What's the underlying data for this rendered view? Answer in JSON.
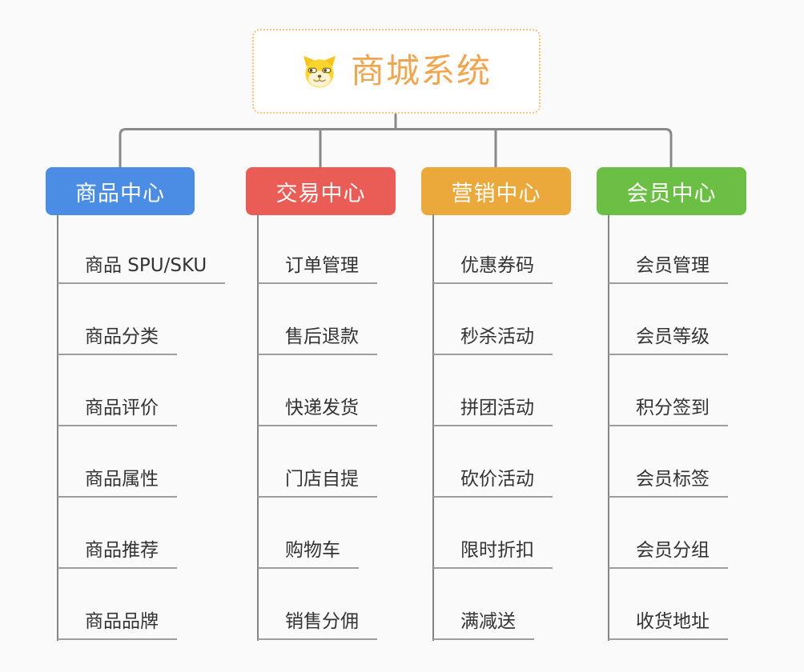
{
  "page": {
    "background": "#fafafa",
    "connector_color": "#898989",
    "branch_line_color": "#848484",
    "leaf_underline_color": "#9d9d9d",
    "leaf_text_color": "#333333"
  },
  "root": {
    "title": "商城系统",
    "icon": "doge-face-icon",
    "text_color": "#f0a650",
    "border_color": "#f6c377",
    "background": "#ffffff"
  },
  "branches": [
    {
      "label": "商品中心",
      "color": "#4b8de4",
      "children": [
        "商品 SPU/SKU",
        "商品分类",
        "商品评价",
        "商品属性",
        "商品推荐",
        "商品品牌"
      ]
    },
    {
      "label": "交易中心",
      "color": "#ea5c56",
      "children": [
        "订单管理",
        "售后退款",
        "快递发货",
        "门店自提",
        "购物车",
        "销售分佣"
      ]
    },
    {
      "label": "营销中心",
      "color": "#eba83b",
      "children": [
        "优惠券码",
        "秒杀活动",
        "拼团活动",
        "砍价活动",
        "限时折扣",
        "满减送"
      ]
    },
    {
      "label": "会员中心",
      "color": "#6cbf45",
      "children": [
        "会员管理",
        "会员等级",
        "积分签到",
        "会员标签",
        "会员分组",
        "收货地址"
      ]
    }
  ]
}
